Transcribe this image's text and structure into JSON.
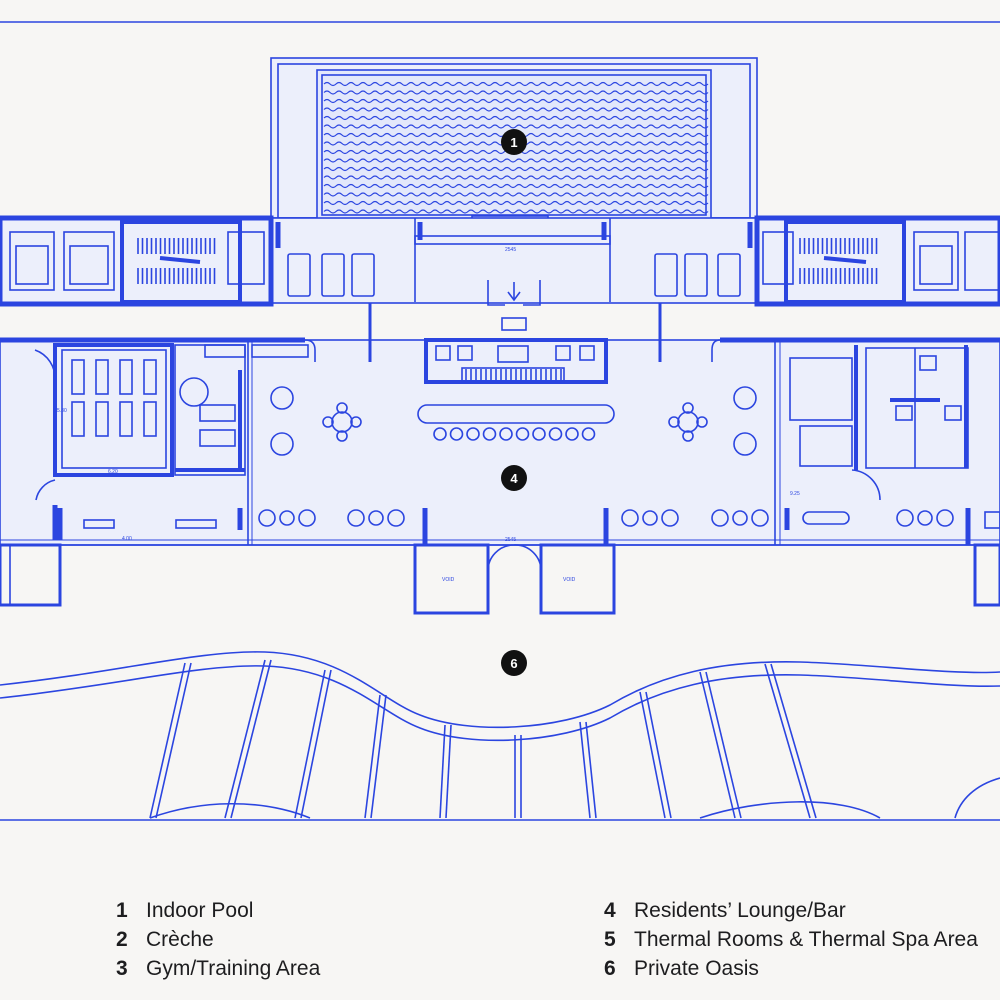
{
  "markers": [
    {
      "num": "1"
    },
    {
      "num": "4"
    },
    {
      "num": "6"
    }
  ],
  "void_labels": [
    "VOID",
    "VOID"
  ],
  "dimensions": [
    "2545",
    "2545",
    "6.20",
    "5.80",
    "4.00",
    "9.25"
  ],
  "legend": [
    {
      "num": "1",
      "label": "Indoor Pool"
    },
    {
      "num": "2",
      "label": "Crèche"
    },
    {
      "num": "3",
      "label": "Gym/Training Area"
    },
    {
      "num": "4",
      "label": "Residents’ Lounge/Bar"
    },
    {
      "num": "5",
      "label": "Thermal Rooms & Thermal Spa Area"
    },
    {
      "num": "6",
      "label": "Private Oasis"
    }
  ],
  "colors": {
    "line": "#2b45e0",
    "fill": "#eceffb",
    "background": "#f7f6f4",
    "marker": "#111111"
  }
}
